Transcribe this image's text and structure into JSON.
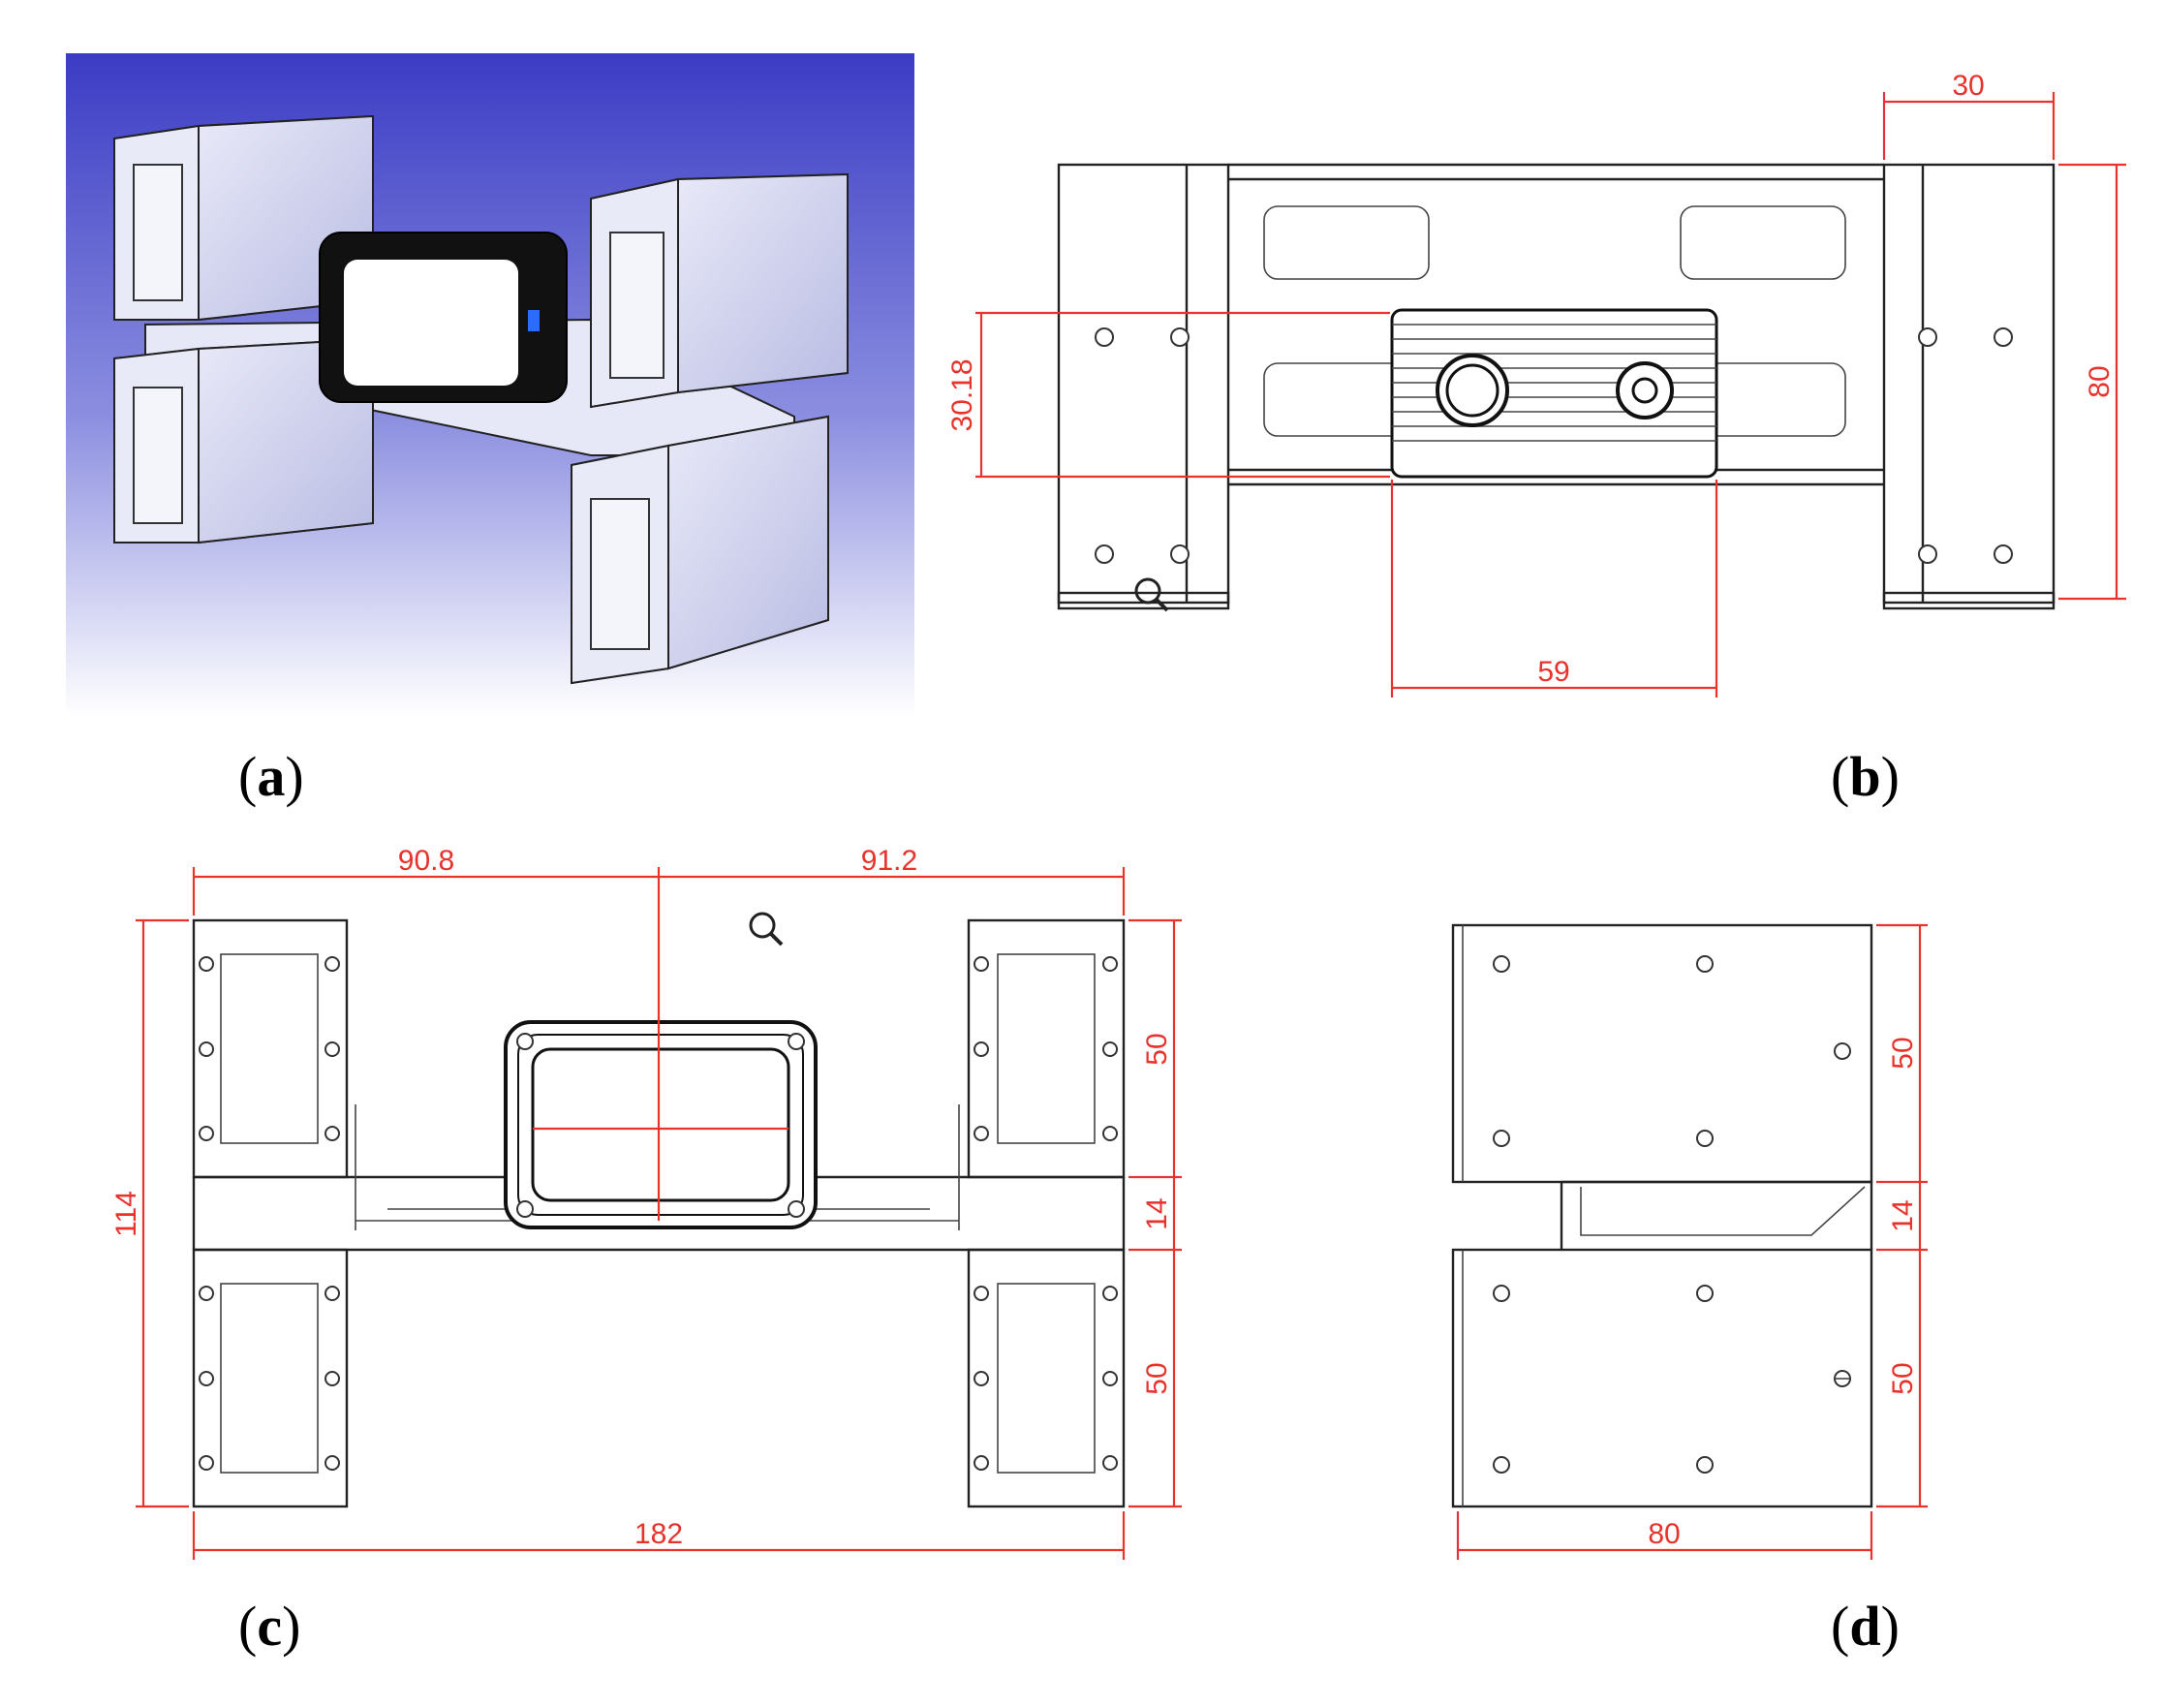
{
  "panels": [
    {
      "id": "a",
      "label": "a"
    },
    {
      "id": "b",
      "label": "b"
    },
    {
      "id": "c",
      "label": "c"
    },
    {
      "id": "d",
      "label": "d"
    }
  ],
  "dimensions": {
    "b": {
      "top_width": "30",
      "height_right": "80",
      "camera_height": "30.18",
      "camera_width": "59"
    },
    "c": {
      "left_half": "90.8",
      "right_half": "91.2",
      "total_width": "182",
      "total_height": "114",
      "upper_block": "50",
      "gap": "14",
      "lower_block": "50"
    },
    "d": {
      "upper_block": "50",
      "gap": "14",
      "lower_block": "50",
      "width": "80"
    }
  },
  "colors": {
    "dimension": "#e8322c",
    "render_bg_top": "#3f3fc8",
    "render_bg_bottom": "#ffffff",
    "part": "#d6d8f0",
    "camera": "#1a1a1a"
  }
}
